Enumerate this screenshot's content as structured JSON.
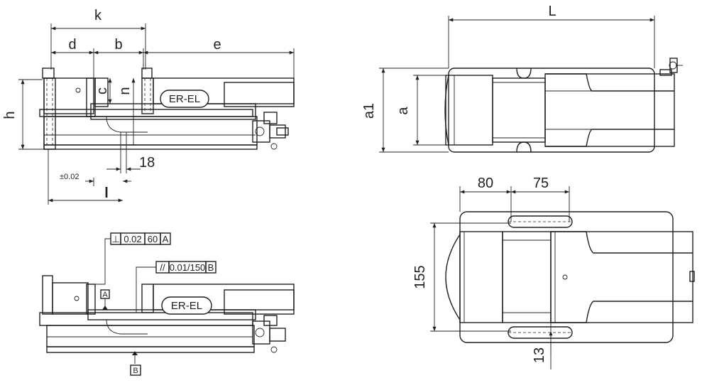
{
  "labels": {
    "k": "k",
    "d": "d",
    "b": "b",
    "e": "e",
    "c": "c",
    "n": "n",
    "h": "h",
    "l": "l",
    "tol_002": "±0.02",
    "dim_18": "18",
    "L": "L",
    "a1": "a1",
    "a": "a",
    "dim_80": "80",
    "dim_75": "75",
    "dim_155": "155",
    "dim_13": "13",
    "model_top": "ER-EL",
    "model_bottom": "ER-EL"
  },
  "tolerances": {
    "perp_symbol": "⊥",
    "perp_value": "0.02",
    "perp_length": "60",
    "perp_datum": "A",
    "par_symbol": "//",
    "par_value": "0.01/150",
    "par_datum": "B",
    "datum_A": "A",
    "datum_B": "B"
  }
}
